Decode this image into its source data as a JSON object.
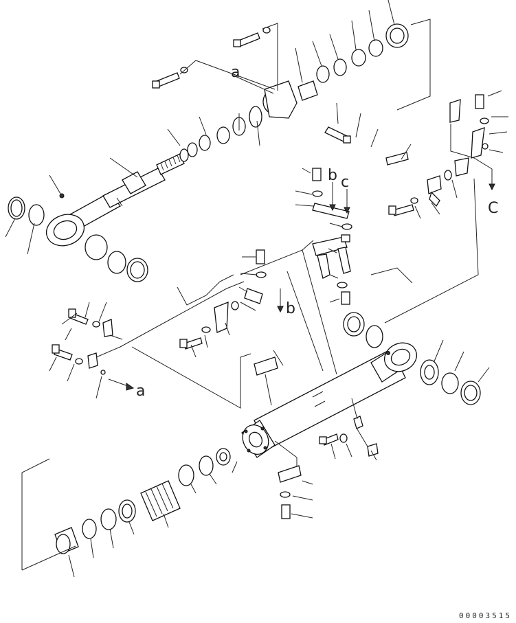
{
  "diagram": {
    "refs": {
      "a_top": "a",
      "b_top": "b",
      "c_top": "c",
      "c_right": "C",
      "b_mid": "b",
      "a_bottom": "a"
    },
    "doc_number": "00003515"
  }
}
